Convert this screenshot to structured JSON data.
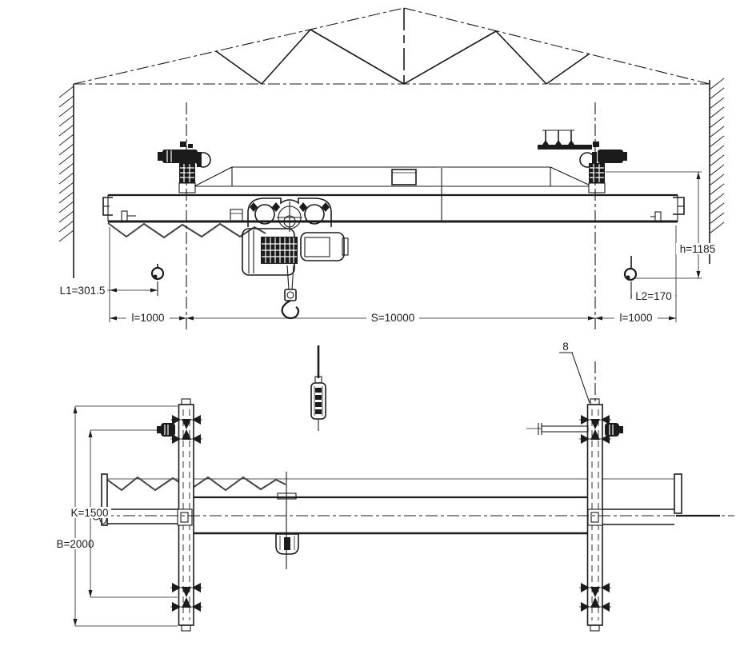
{
  "labels": {
    "l1": "L1=301.5",
    "l_left": "l=1000",
    "span": "S=10000",
    "l_right": "l=1000",
    "l2": "L2=170",
    "h": "h=1185",
    "k": "K=1500",
    "b": "B=2000",
    "callout": "8"
  },
  "colors": {
    "ink": "#1b1b1b",
    "background": "#ffffff",
    "cable": "#454545"
  }
}
